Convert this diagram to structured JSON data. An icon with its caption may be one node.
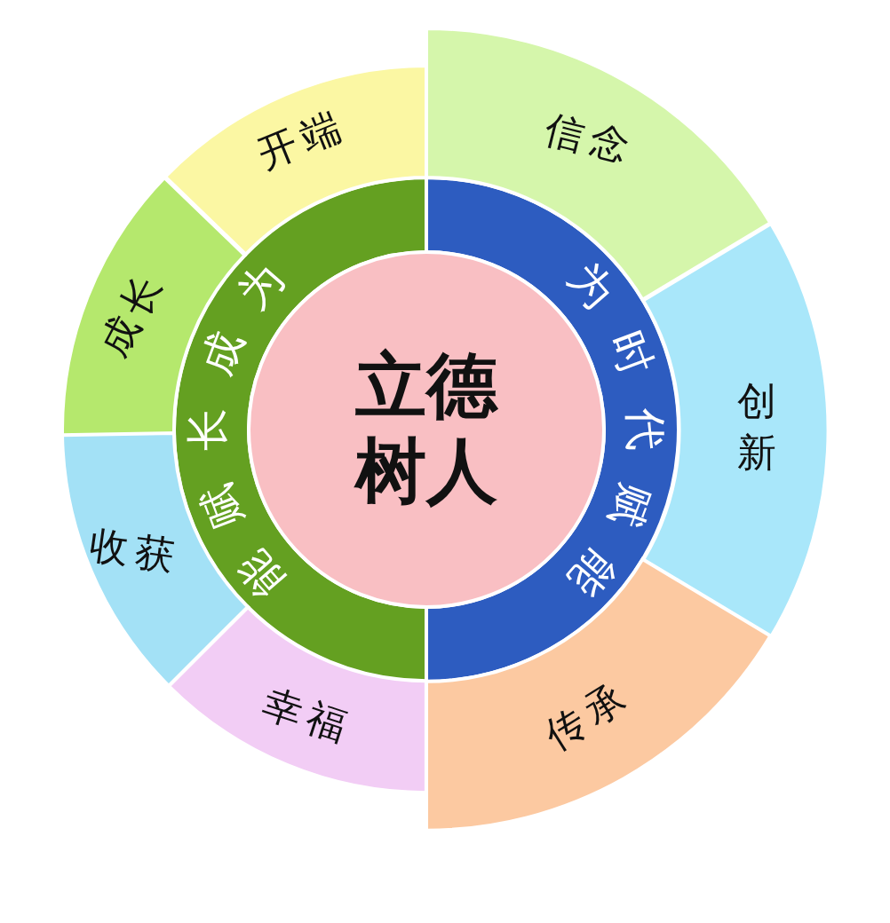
{
  "diagram": {
    "nodes": [
      {
        "text": [
          "立德树人"
        ]
      },
      {
        "text": [
          "为成长赋能"
        ]
      },
      {
        "text": [
          "为时代赋能"
        ]
      },
      {
        "text": [
          "开端"
        ]
      },
      {
        "text": [
          "成长"
        ]
      },
      {
        "text": [
          "收获"
        ]
      },
      {
        "text": [
          "幸福"
        ]
      },
      {
        "text": [
          "信念"
        ]
      },
      {
        "text": [
          "创新"
        ]
      },
      {
        "text": [
          "传承"
        ]
      }
    ]
  }
}
